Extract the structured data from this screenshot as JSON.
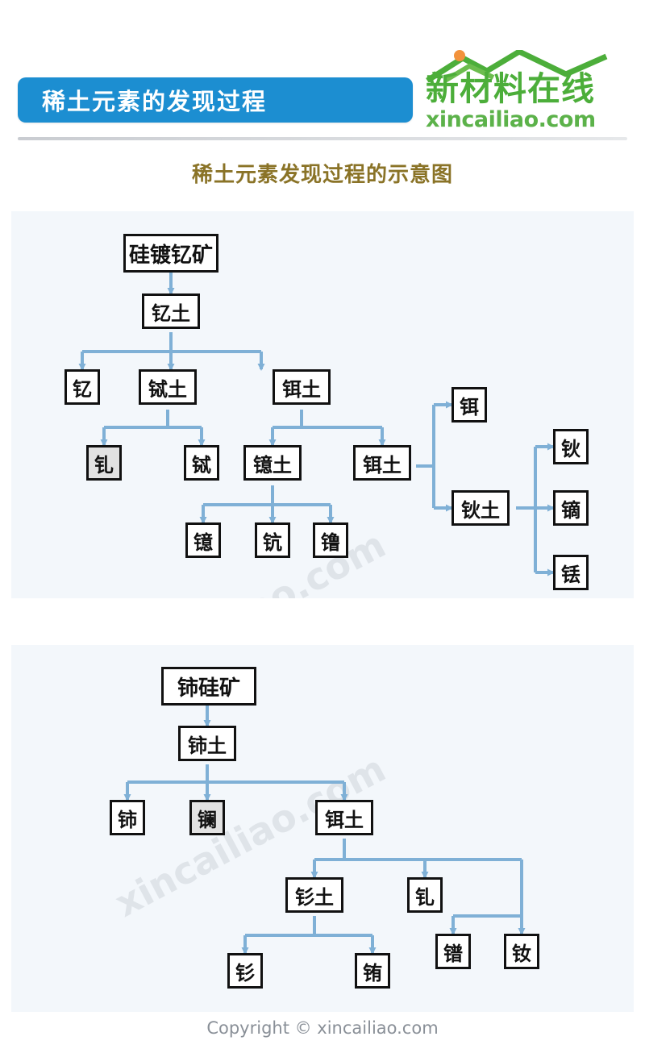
{
  "header": {
    "banner_title": "稀土元素的发现过程",
    "banner_color": "#1c8ed1",
    "logo_cn": "新材料在线",
    "logo_url": "xincailiao.com",
    "logo_color": "#4cae3a",
    "logo_dot_color": "#f2923c"
  },
  "section_title": "稀土元素发现过程的示意图",
  "section_title_color": "#8a7327",
  "watermark": "xincailiao.com",
  "footer": "Copyright © xincailiao.com",
  "colors": {
    "panel_bg": "#f3f7fb",
    "node_border": "#111111",
    "node_fill": "#ffffff",
    "node_fill_shaded": "#e2e2e2",
    "arrow": "#7fb0d6"
  },
  "chart_data": {
    "type": "diagram",
    "title": "稀土元素发现过程的示意图",
    "diagrams": [
      {
        "name": "yttrium-branch",
        "nodes": [
          {
            "id": "n1",
            "label": "硅镀钇矿",
            "shaded": false
          },
          {
            "id": "n2",
            "label": "钇土",
            "shaded": false
          },
          {
            "id": "n3",
            "label": "钇",
            "shaded": false
          },
          {
            "id": "n4",
            "label": "铽土",
            "shaded": false
          },
          {
            "id": "n5",
            "label": "铒土",
            "shaded": false
          },
          {
            "id": "n6",
            "label": "钆",
            "shaded": true
          },
          {
            "id": "n7",
            "label": "铽",
            "shaded": false
          },
          {
            "id": "n8",
            "label": "镱土",
            "shaded": false
          },
          {
            "id": "n9",
            "label": "铒土",
            "shaded": false
          },
          {
            "id": "n10",
            "label": "镱",
            "shaded": false
          },
          {
            "id": "n11",
            "label": "钪",
            "shaded": false
          },
          {
            "id": "n12",
            "label": "镥",
            "shaded": false
          },
          {
            "id": "n13",
            "label": "铒",
            "shaded": false
          },
          {
            "id": "n14",
            "label": "钬土",
            "shaded": false
          },
          {
            "id": "n15",
            "label": "钬",
            "shaded": false
          },
          {
            "id": "n16",
            "label": "镝",
            "shaded": false
          },
          {
            "id": "n17",
            "label": "铥",
            "shaded": false
          }
        ],
        "edges": [
          [
            "n1",
            "n2"
          ],
          [
            "n2",
            "n3"
          ],
          [
            "n2",
            "n4"
          ],
          [
            "n2",
            "n5"
          ],
          [
            "n4",
            "n6"
          ],
          [
            "n4",
            "n7"
          ],
          [
            "n5",
            "n8"
          ],
          [
            "n5",
            "n9"
          ],
          [
            "n8",
            "n10"
          ],
          [
            "n8",
            "n11"
          ],
          [
            "n8",
            "n12"
          ],
          [
            "n9",
            "n13"
          ],
          [
            "n9",
            "n14"
          ],
          [
            "n14",
            "n15"
          ],
          [
            "n14",
            "n16"
          ],
          [
            "n14",
            "n17"
          ]
        ]
      },
      {
        "name": "cerium-branch",
        "nodes": [
          {
            "id": "m1",
            "label": "铈硅矿",
            "shaded": false
          },
          {
            "id": "m2",
            "label": "铈土",
            "shaded": false
          },
          {
            "id": "m3",
            "label": "铈",
            "shaded": false
          },
          {
            "id": "m4",
            "label": "镧",
            "shaded": true
          },
          {
            "id": "m5",
            "label": "铒土",
            "shaded": false
          },
          {
            "id": "m6",
            "label": "钐土",
            "shaded": false
          },
          {
            "id": "m7",
            "label": "钆",
            "shaded": false
          },
          {
            "id": "m8",
            "label": "钐",
            "shaded": false
          },
          {
            "id": "m9",
            "label": "铕",
            "shaded": false
          },
          {
            "id": "m10",
            "label": "镨",
            "shaded": false
          },
          {
            "id": "m11",
            "label": "钕",
            "shaded": false
          }
        ],
        "edges": [
          [
            "m1",
            "m2"
          ],
          [
            "m2",
            "m3"
          ],
          [
            "m2",
            "m4"
          ],
          [
            "m2",
            "m5"
          ],
          [
            "m5",
            "m6"
          ],
          [
            "m5",
            "m7"
          ],
          [
            "m5",
            "m11"
          ],
          [
            "m6",
            "m8"
          ],
          [
            "m6",
            "m9"
          ],
          [
            "m7",
            "m10"
          ]
        ]
      }
    ]
  }
}
